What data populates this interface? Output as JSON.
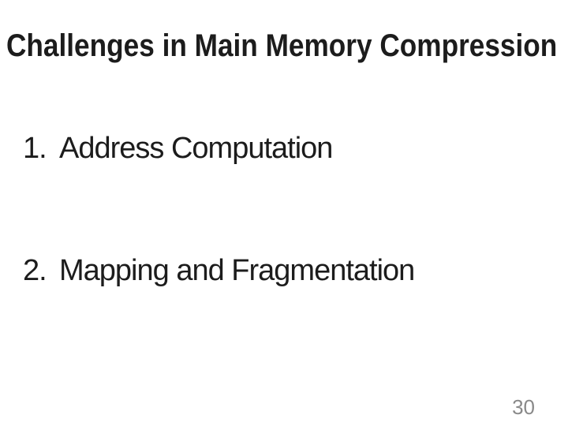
{
  "slide": {
    "title": "Challenges in Main Memory Compression",
    "items": [
      {
        "number": "1.",
        "text": "Address Computation"
      },
      {
        "number": "2.",
        "text": "Mapping and Fragmentation"
      }
    ],
    "page_number": "30",
    "colors": {
      "bg": "#ffffff",
      "text": "#1c1c1c",
      "page": "#898989"
    }
  }
}
